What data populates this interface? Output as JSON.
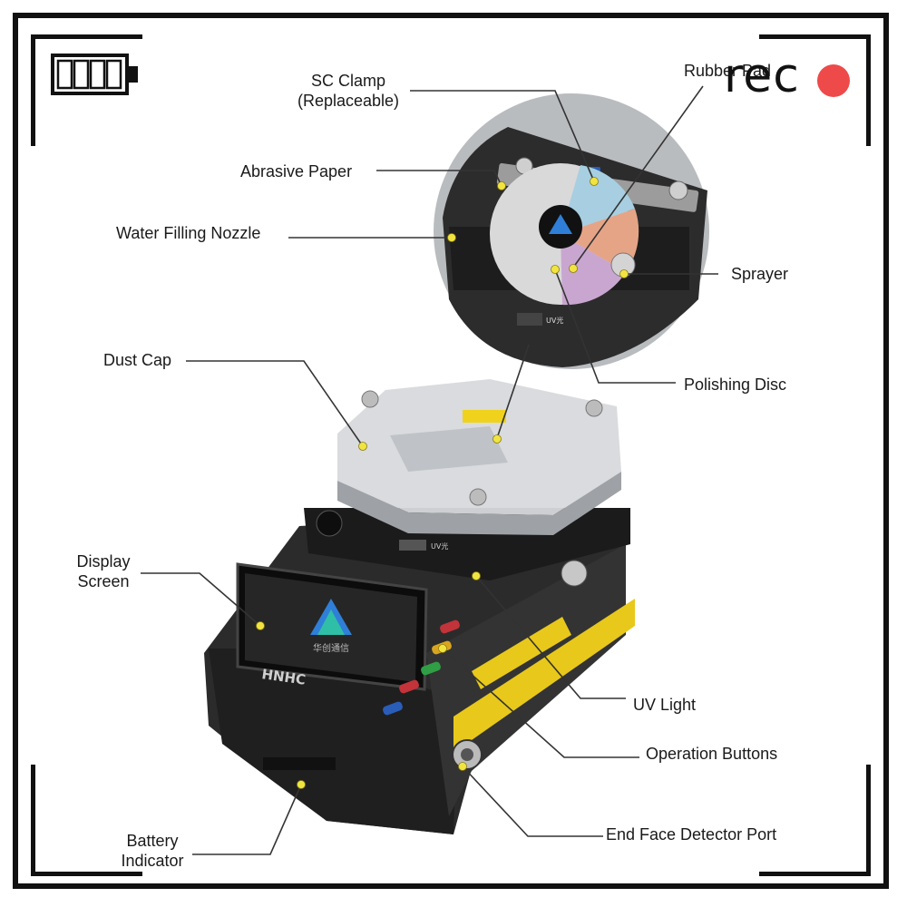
{
  "hud": {
    "rec_text": "rec",
    "rec_dot_color": "#ee4a4a",
    "battery_icon": "battery-full-icon"
  },
  "labels": {
    "sc_clamp_line1": "SC Clamp",
    "sc_clamp_line2": "(Replaceable)",
    "rubber_pad": "Rubber Pad",
    "abrasive_paper": "Abrasive Paper",
    "water_filling_nozzle": "Water Filling Nozzle",
    "sprayer": "Sprayer",
    "dust_cap": "Dust Cap",
    "polishing_disc": "Polishing Disc",
    "display_screen_line1": "Display",
    "display_screen_line2": "Screen",
    "uv_light": "UV Light",
    "operation_buttons": "Operation Buttons",
    "end_face_detector_port": "End Face Detector Port",
    "battery_indicator_line1": "Battery",
    "battery_indicator_line2": "Indicator"
  },
  "device": {
    "brand": "HNHC",
    "screen_subtitle": "华创通信",
    "uv_tag": "UV光"
  },
  "colors": {
    "marker_dot": "#f1e441",
    "device_body": "#2b2b2b",
    "accent_yellow": "#e8c81a",
    "screen_logo_blue": "#2f7fd8",
    "screen_logo_teal": "#2fbfa6"
  }
}
